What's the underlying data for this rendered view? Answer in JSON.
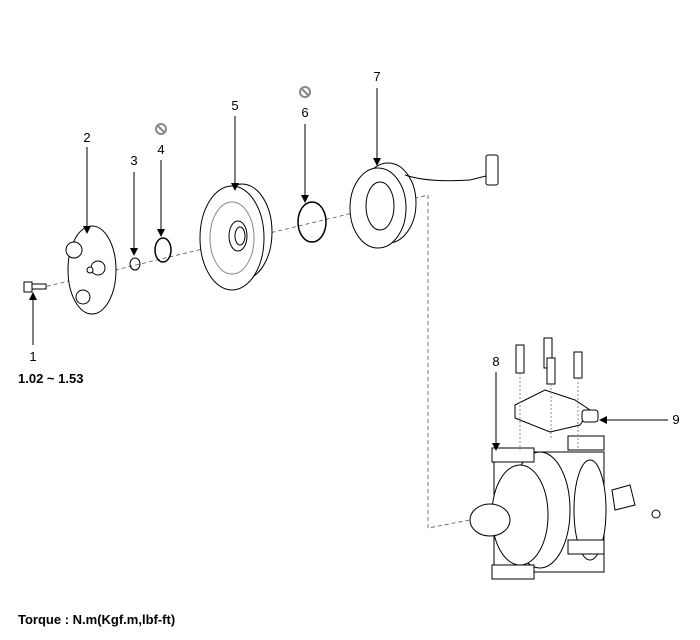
{
  "callouts": {
    "c1": "1",
    "c2": "2",
    "c3": "3",
    "c4": "4",
    "c5": "5",
    "c6": "6",
    "c7": "7",
    "c8": "8",
    "c9": "9"
  },
  "torque_value": "1.02 ~ 1.53",
  "footer": "Torque : N.m(Kgf.m,lbf-ft)",
  "icons": {
    "do_not_reuse": "prohibited-icon"
  },
  "colors": {
    "line": "#000000",
    "icon": "#888888"
  }
}
